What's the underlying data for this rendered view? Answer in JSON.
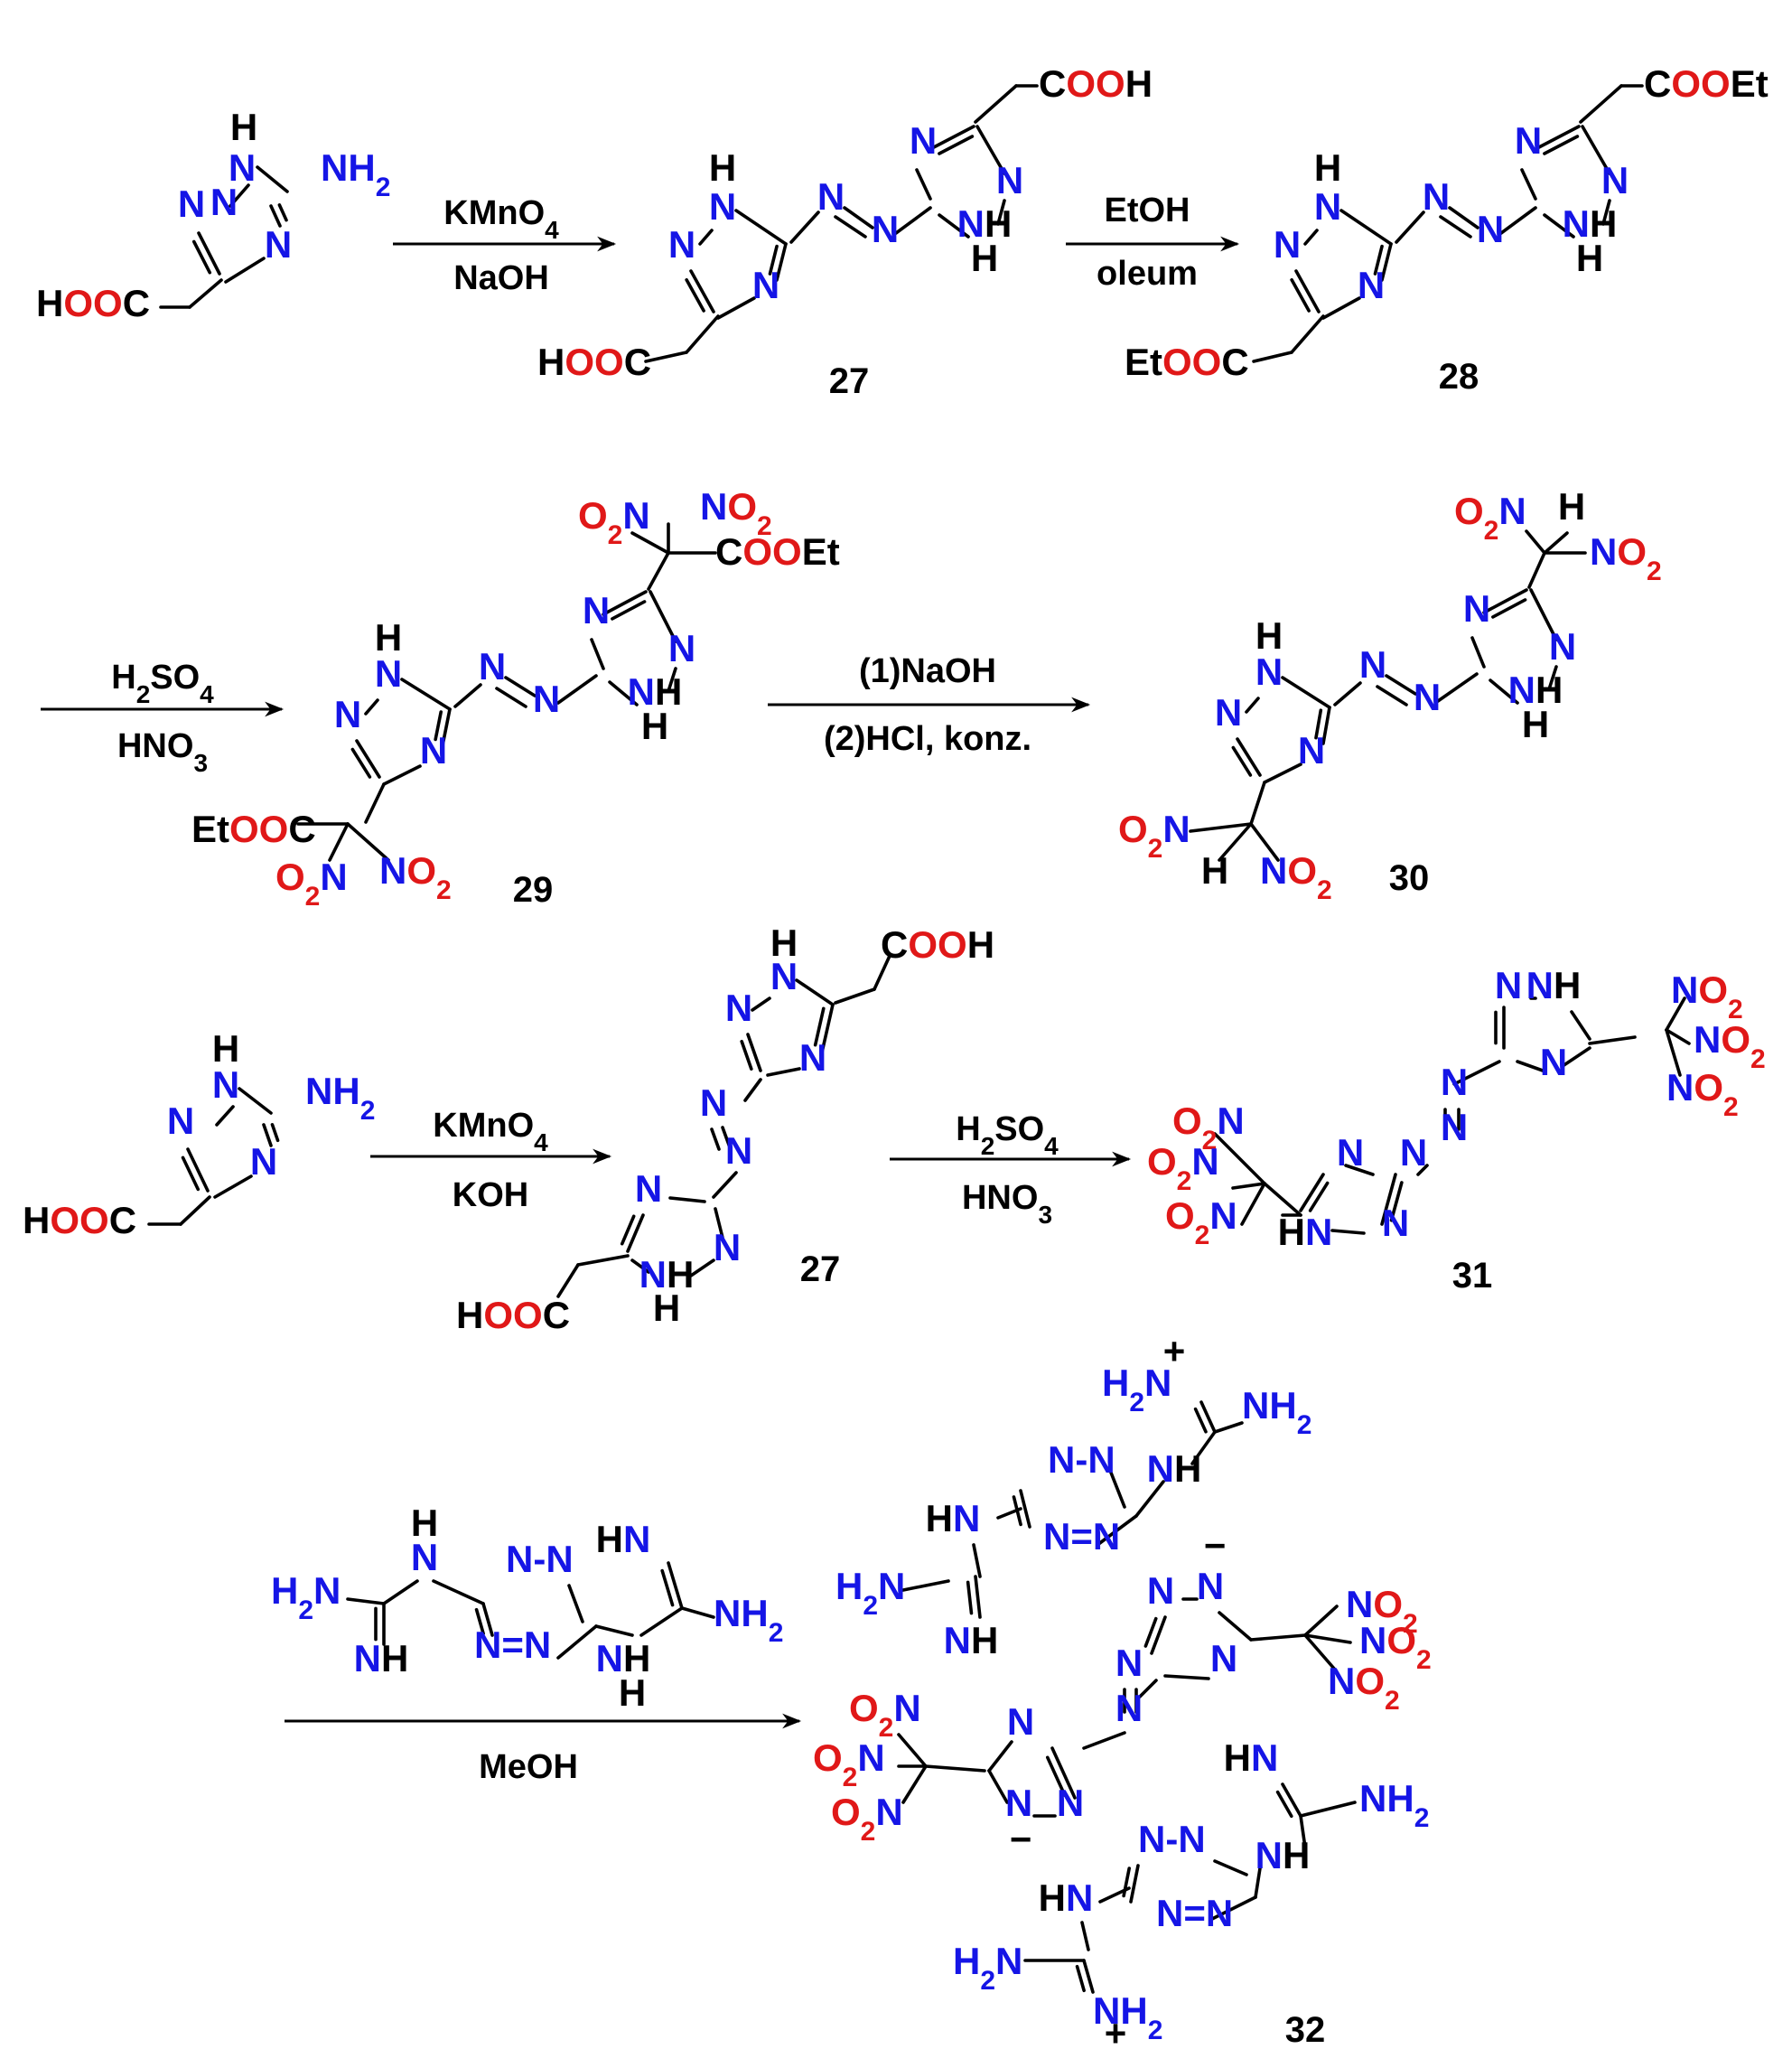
{
  "colors": {
    "nitrogen": "#1515e6",
    "oxygen": "#e01818",
    "carbon": "#000000"
  },
  "compound_labels": {
    "c27a": "27",
    "c28": "28",
    "c29": "29",
    "c30": "30",
    "c27b": "27",
    "c31": "31",
    "c32": "32"
  },
  "reagents": {
    "r1_top": "KMnO4",
    "r1_bottom": "NaOH",
    "r2_top": "EtOH",
    "r2_bottom": "oleum",
    "r3_top": "H2SO4",
    "r3_bottom": "HNO3",
    "r4_top": "(1)NaOH",
    "r4_bottom": "(2)HCl, konz.",
    "r5_top": "KMnO4",
    "r5_bottom": "KOH",
    "r6_top": "H2SO4",
    "r6_bottom": "HNO3",
    "r7_bottom": "MeOH"
  },
  "group_labels": {
    "nh2": "NH2",
    "h2n": "H2N",
    "cooh": "COOH",
    "hooc": "HOOC",
    "cooet": "COOEt",
    "etooc": "EtOOC",
    "no2": "NO2",
    "o2n": "O2N",
    "h": "H",
    "n": "N",
    "nh": "NH",
    "hn": "HN",
    "c": "C",
    "plus": "+",
    "minus": "−"
  }
}
